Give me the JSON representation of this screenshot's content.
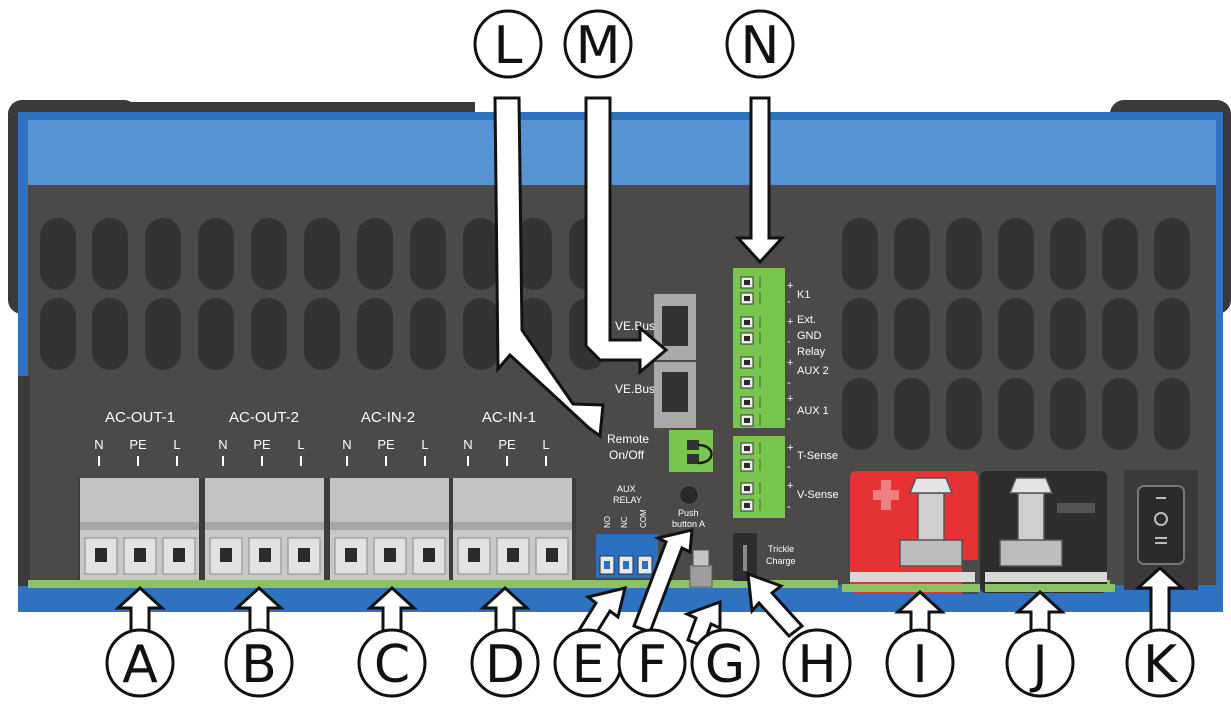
{
  "colors": {
    "housing_blue": "#5593d3",
    "housing_edge": "#2f73c0",
    "panel_dark": "#4b4a48",
    "vent_slot": "#343332",
    "terminal_grey": "#c8c8c8",
    "connector_green": "#79c64e",
    "ground_rail_green": "#8cc265",
    "relay_blue": "#2b6fc0",
    "positive_red": "#e63235",
    "negative_black": "#2f2d2c"
  },
  "terminal_blocks": [
    {
      "name": "AC-OUT-1",
      "pins": [
        "N",
        "PE",
        "L"
      ]
    },
    {
      "name": "AC-OUT-2",
      "pins": [
        "N",
        "PE",
        "L"
      ]
    },
    {
      "name": "AC-IN-2",
      "pins": [
        "N",
        "PE",
        "L"
      ]
    },
    {
      "name": "AC-IN-1",
      "pins": [
        "N",
        "PE",
        "L"
      ]
    }
  ],
  "ports": {
    "vebus_1": "VE.Bus",
    "vebus_2": "VE.Bus",
    "remote_line1": "Remote",
    "remote_line2": "On/Off"
  },
  "aux_relay": {
    "title_line1": "AUX",
    "title_line2": "RELAY",
    "pins": [
      "NO",
      "NC",
      "COM"
    ]
  },
  "push_button": {
    "line1": "Push",
    "line2": "button A"
  },
  "trickle_charge": {
    "line1": "Trickle",
    "line2": "Charge"
  },
  "io_terminal": {
    "k1": "K1",
    "ext_line1": "Ext.",
    "ext_line2": "GND",
    "ext_line3": "Relay",
    "aux2": "AUX 2",
    "aux1": "AUX 1",
    "tsense": "T-Sense",
    "vsense": "V-Sense",
    "plus": "+",
    "minus": "-"
  },
  "callouts": {
    "bottom": [
      "A",
      "B",
      "C",
      "D",
      "E",
      "F",
      "G",
      "H",
      "I",
      "J",
      "K"
    ],
    "top": [
      "L",
      "M",
      "N"
    ]
  }
}
